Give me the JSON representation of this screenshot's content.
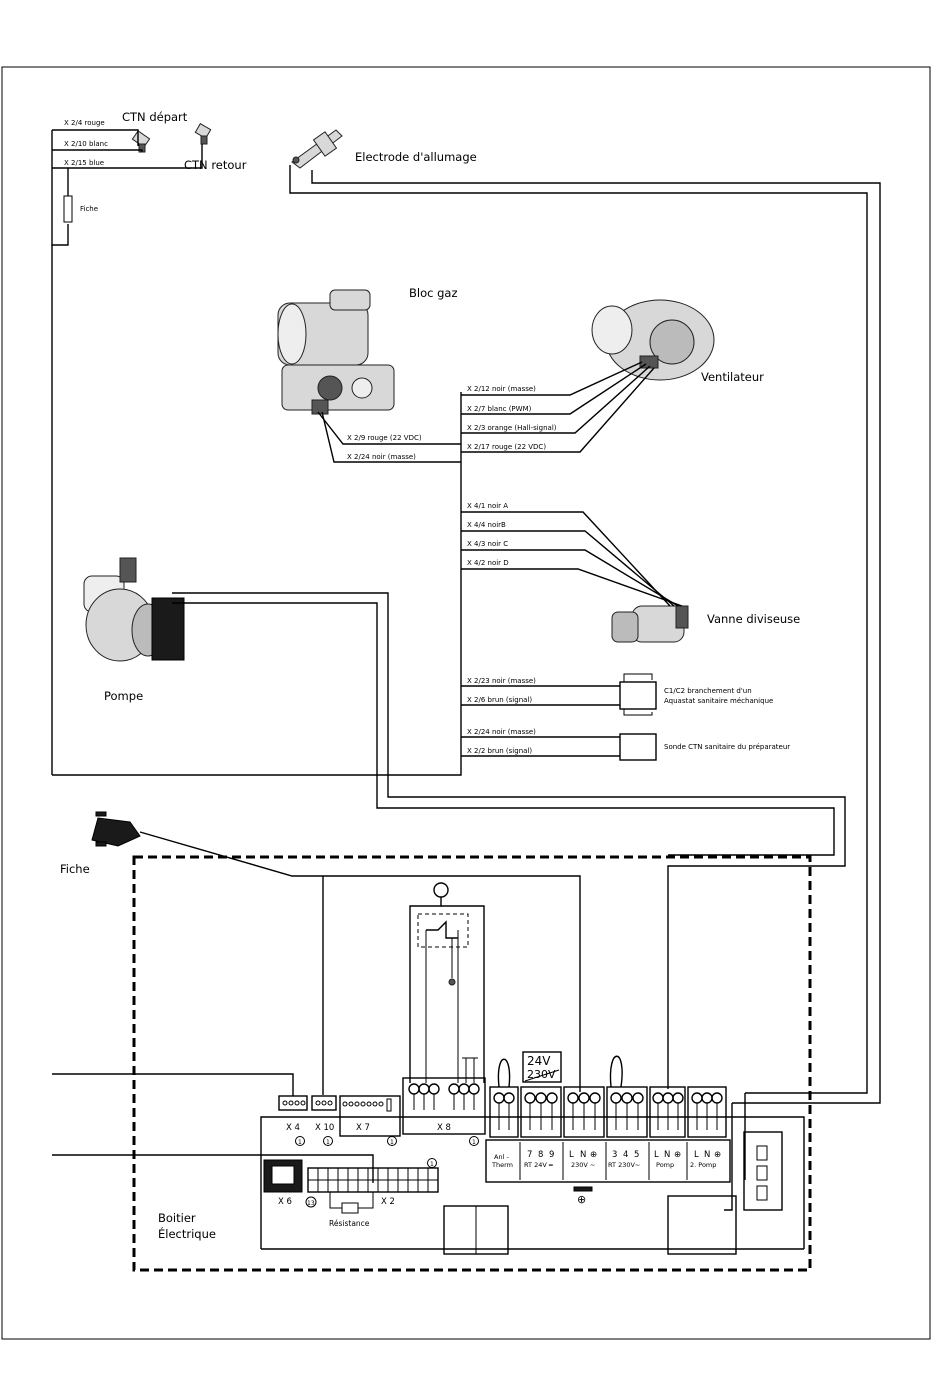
{
  "components": {
    "ctn_depart": "CTN départ",
    "ctn_retour": "CTN retour",
    "electrode": "Electrode d'allumage",
    "fiche_sensor": "Fiche",
    "bloc_gaz": "Bloc gaz",
    "ventilateur": "Ventilateur",
    "vanne": "Vanne diviseuse",
    "pompe": "Pompe",
    "fiche_plug": "Fiche",
    "boitier_line1": "Boitier",
    "boitier_line2": "Électrique"
  },
  "ctn_wires": [
    "X 2/4 rouge",
    "X 2/10 blanc",
    "X 2/15 blue"
  ],
  "gas_wires": [
    "X 2/9 rouge  (22 VDC)",
    "X 2/24 noir (masse)"
  ],
  "fan_wires": [
    "X 2/12 noir (masse)",
    "X 2/7 blanc (PWM)",
    "X 2/3 orange (Hall-signal)",
    "X 2/17 rouge (22 VDC)"
  ],
  "valve_wires": [
    "X 4/1 noir A",
    "X 4/4 noirB",
    "X 4/3 noir C",
    "X 4/2 noir D"
  ],
  "aquastat": {
    "wires": [
      "X 2/23 noir (masse)",
      "X 2/6 brun (signal)"
    ],
    "label_line1": "C1/C2 branchement d'un",
    "label_line2": "Aquastat sanitaire méchanique"
  },
  "sonde": {
    "wires": [
      "X 2/24 noir (masse)",
      "X 2/2 brun (signal)"
    ],
    "label": "Sonde CTN sanitaire du préparateur"
  },
  "connectors": {
    "x4": "X 4",
    "x10": "X 10",
    "x7": "X 7",
    "x8": "X 8",
    "x6": "X 6",
    "x2": "X 2",
    "resistance": "Résistance",
    "num_1": "1",
    "num_13": "13"
  },
  "terminals": {
    "voltage_top": "24V",
    "voltage_bottom": "230V",
    "anti_therm_1": "Anl -",
    "anti_therm_2": "Therm",
    "rt24_nums": [
      "7",
      "8",
      "9"
    ],
    "rt24_label": "RT 24V ═",
    "mains_nums": [
      "L",
      "N",
      "⊕"
    ],
    "mains_label": "230V ~",
    "rt230_nums": [
      "3",
      "4",
      "5"
    ],
    "rt230_label": "RT 230V~",
    "pomp_nums": [
      "L",
      "N",
      "⊕"
    ],
    "pomp_label": "Pomp",
    "pomp2_nums": [
      "L",
      "N",
      "⊕"
    ],
    "pomp2_label": "2. Pomp",
    "ground": "⊕"
  }
}
